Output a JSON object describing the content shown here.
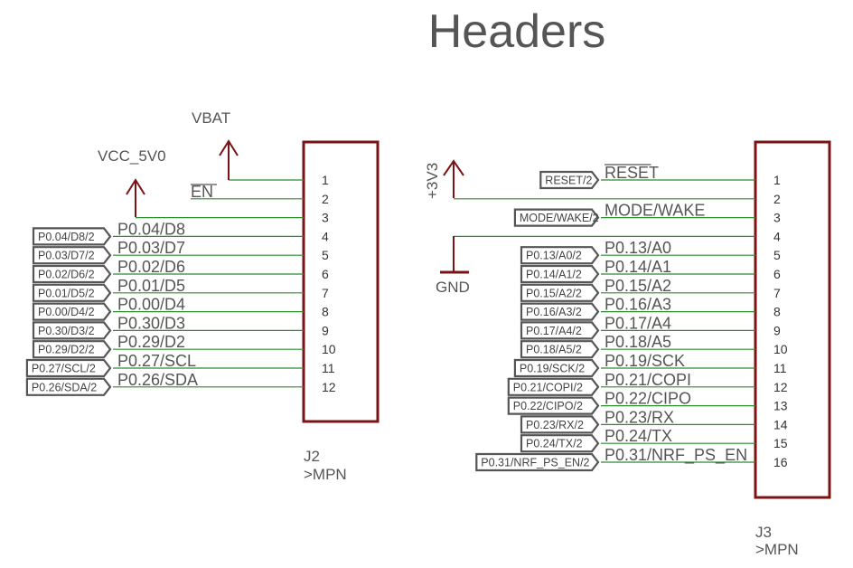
{
  "title": "Headers",
  "j2": {
    "ref": "J2",
    "value": ">MPN",
    "power": [
      {
        "label": "VBAT",
        "pin": 1
      },
      {
        "label": "VCC_5V0",
        "pin": 3
      }
    ],
    "en_label": "EN",
    "en_pin": 2,
    "pins": [
      "1",
      "2",
      "3",
      "4",
      "5",
      "6",
      "7",
      "8",
      "9",
      "10",
      "11",
      "12"
    ],
    "nets": [
      {
        "pin": 4,
        "label": "P0.04/D8",
        "flag": "P0.04/D8/2"
      },
      {
        "pin": 5,
        "label": "P0.03/D7",
        "flag": "P0.03/D7/2"
      },
      {
        "pin": 6,
        "label": "P0.02/D6",
        "flag": "P0.02/D6/2"
      },
      {
        "pin": 7,
        "label": "P0.01/D5",
        "flag": "P0.01/D5/2"
      },
      {
        "pin": 8,
        "label": "P0.00/D4",
        "flag": "P0.00/D4/2"
      },
      {
        "pin": 9,
        "label": "P0.30/D3",
        "flag": "P0.30/D3/2"
      },
      {
        "pin": 10,
        "label": "P0.29/D2",
        "flag": "P0.29/D2/2"
      },
      {
        "pin": 11,
        "label": "P0.27/SCL",
        "flag": "P0.27/SCL/2"
      },
      {
        "pin": 12,
        "label": "P0.26/SDA",
        "flag": "P0.26/SDA/2"
      }
    ]
  },
  "j3": {
    "ref": "J3",
    "value": ">MPN",
    "power_label": "+3V3",
    "power_pin": 2,
    "gnd_label": "GND",
    "gnd_pin": 4,
    "pins": [
      "1",
      "2",
      "3",
      "4",
      "5",
      "6",
      "7",
      "8",
      "9",
      "10",
      "11",
      "12",
      "13",
      "14",
      "15",
      "16"
    ],
    "nets": [
      {
        "pin": 1,
        "label": "RESET",
        "flag": "RESET/2",
        "overline": true
      },
      {
        "pin": 3,
        "label": "MODE/WAKE",
        "flag": "MODE/WAKE/2"
      },
      {
        "pin": 5,
        "label": "P0.13/A0",
        "flag": "P0.13/A0/2"
      },
      {
        "pin": 6,
        "label": "P0.14/A1",
        "flag": "P0.14/A1/2"
      },
      {
        "pin": 7,
        "label": "P0.15/A2",
        "flag": "P0.15/A2/2"
      },
      {
        "pin": 8,
        "label": "P0.16/A3",
        "flag": "P0.16/A3/2"
      },
      {
        "pin": 9,
        "label": "P0.17/A4",
        "flag": "P0.17/A4/2"
      },
      {
        "pin": 10,
        "label": "P0.18/A5",
        "flag": "P0.18/A5/2"
      },
      {
        "pin": 11,
        "label": "P0.19/SCK",
        "flag": "P0.19/SCK/2"
      },
      {
        "pin": 12,
        "label": "P0.21/COPI",
        "flag": "P0.21/COPI/2"
      },
      {
        "pin": 13,
        "label": "P0.22/CIPO",
        "flag": "P0.22/CIPO/2"
      },
      {
        "pin": 14,
        "label": "P0.23/RX",
        "flag": "P0.23/RX/2"
      },
      {
        "pin": 15,
        "label": "P0.24/TX",
        "flag": "P0.24/TX/2"
      },
      {
        "pin": 16,
        "label": "P0.31/NRF_PS_EN",
        "flag": "P0.31/NRF_PS_EN/2"
      }
    ]
  }
}
